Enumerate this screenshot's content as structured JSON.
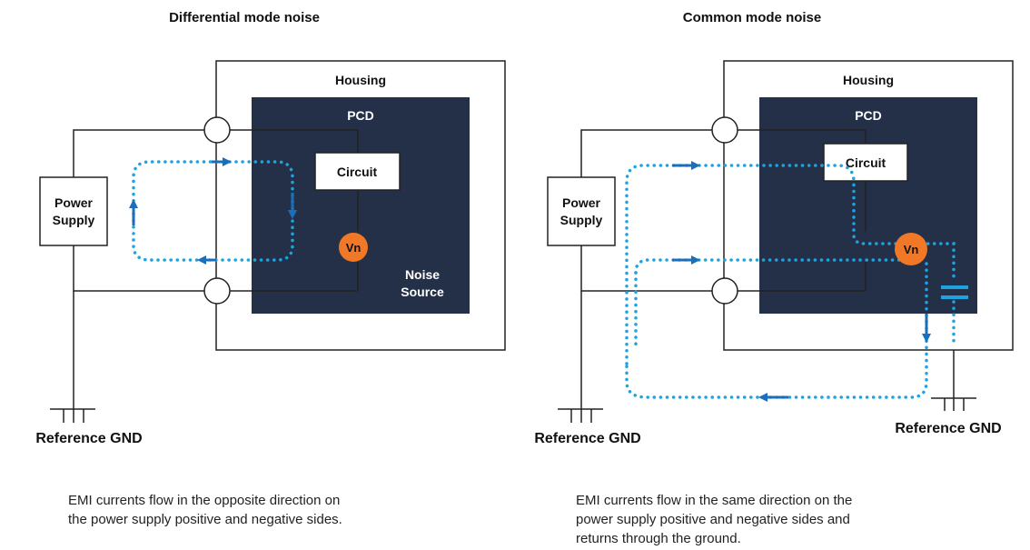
{
  "colors": {
    "pcd_fill": "#243047",
    "flow": "#1fa3e0",
    "arrow": "#1b6fba",
    "vn_fill": "#f07826",
    "line": "#222222"
  },
  "left": {
    "title": "Differential mode noise",
    "housing": "Housing",
    "pcd": "PCD",
    "circuit": "Circuit",
    "power_supply_1": "Power",
    "power_supply_2": "Supply",
    "vn": "Vn",
    "noise_source_1": "Noise",
    "noise_source_2": "Source",
    "ground": "Reference GND",
    "caption_1": "EMI currents flow in the opposite direction on",
    "caption_2": "the power supply positive and negative sides."
  },
  "right": {
    "title": "Common mode noise",
    "housing": "Housing",
    "pcd": "PCD",
    "circuit": "Circuit",
    "power_supply_1": "Power",
    "power_supply_2": "Supply",
    "vn": "Vn",
    "ground_left": "Reference GND",
    "ground_right": "Reference GND",
    "caption_1": "EMI currents flow in the same direction on the",
    "caption_2": "power supply positive and negative sides and",
    "caption_3": "returns through the ground."
  }
}
